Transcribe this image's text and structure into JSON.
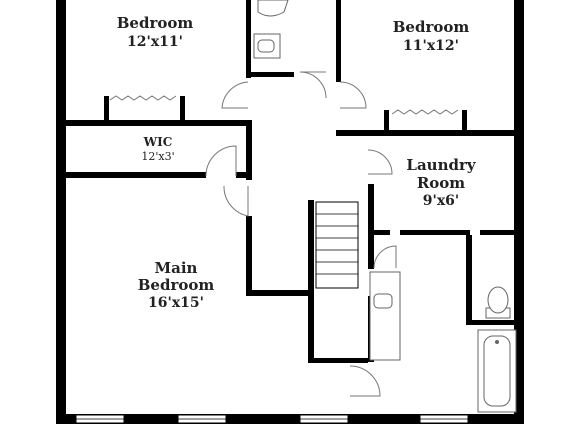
{
  "rooms": {
    "bedroom_1": {
      "name": "Bedroom",
      "size": "12'x11'"
    },
    "bedroom_2": {
      "name": "Bedroom",
      "size": "11'x12'"
    },
    "wic": {
      "name": "WIC",
      "size": "12'x3'"
    },
    "laundry": {
      "name_line1": "Laundry",
      "name_line2": "Room",
      "size": "9'x6'"
    },
    "main_bedroom": {
      "name_line1": "Main",
      "name_line2": "Bedroom",
      "size": "16'x15'"
    }
  }
}
